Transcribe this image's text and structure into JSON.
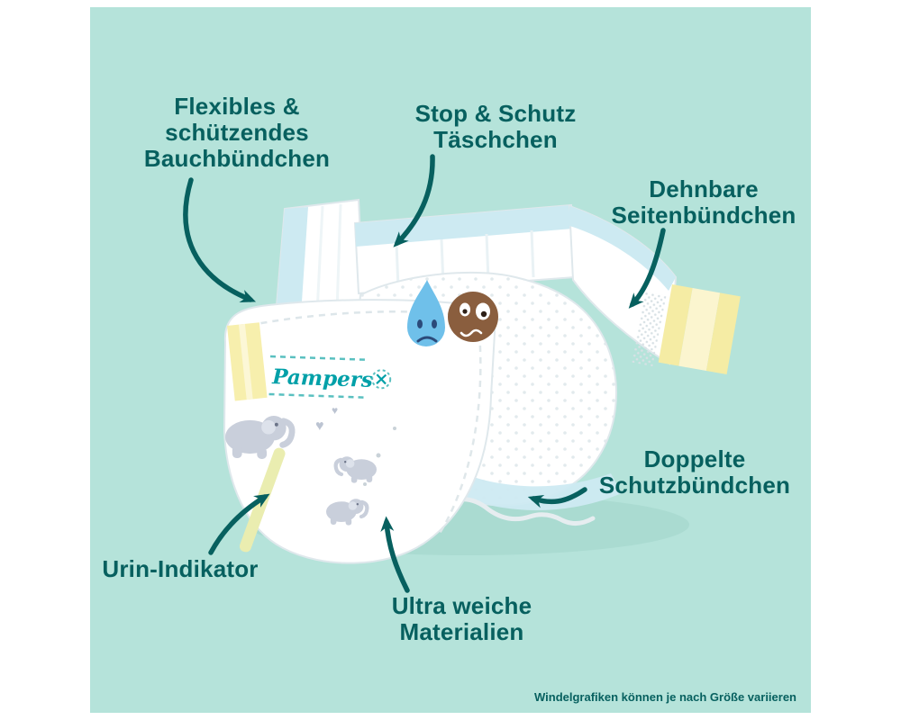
{
  "page": {
    "panel_color": "#b5e3da",
    "text_color": "#07605f"
  },
  "callouts": {
    "belly_band": {
      "label": "Flexibles &\nschützendes\nBauchbündchen"
    },
    "pocket": {
      "label": "Stop & Schutz\nTäschchen"
    },
    "side_panels": {
      "label": "Dehnbare\nSeitenbündchen"
    },
    "leg_cuffs": {
      "label": "Doppelte\nSchutzbündchen"
    },
    "urine_indicator": {
      "label": "Urin-Indikator"
    },
    "soft_materials": {
      "label": "Ultra weiche\nMaterialien"
    }
  },
  "diaper": {
    "brand": "Pampers",
    "mascots": [
      "sad-water-drop-icon",
      "dizzy-dirt-ball-icon"
    ],
    "print_motif": "elephants-and-hearts"
  },
  "footer": {
    "disclaimer": "Windelgrafiken können je nach Größe variieren"
  },
  "colors": {
    "waistband_blue": "#cdeaf2",
    "tab_yellow": "#f5eca4",
    "logo_teal": "#00a0a8",
    "drop_blue": "#6fc0ea",
    "dirt_brown": "#8a5e3e"
  }
}
